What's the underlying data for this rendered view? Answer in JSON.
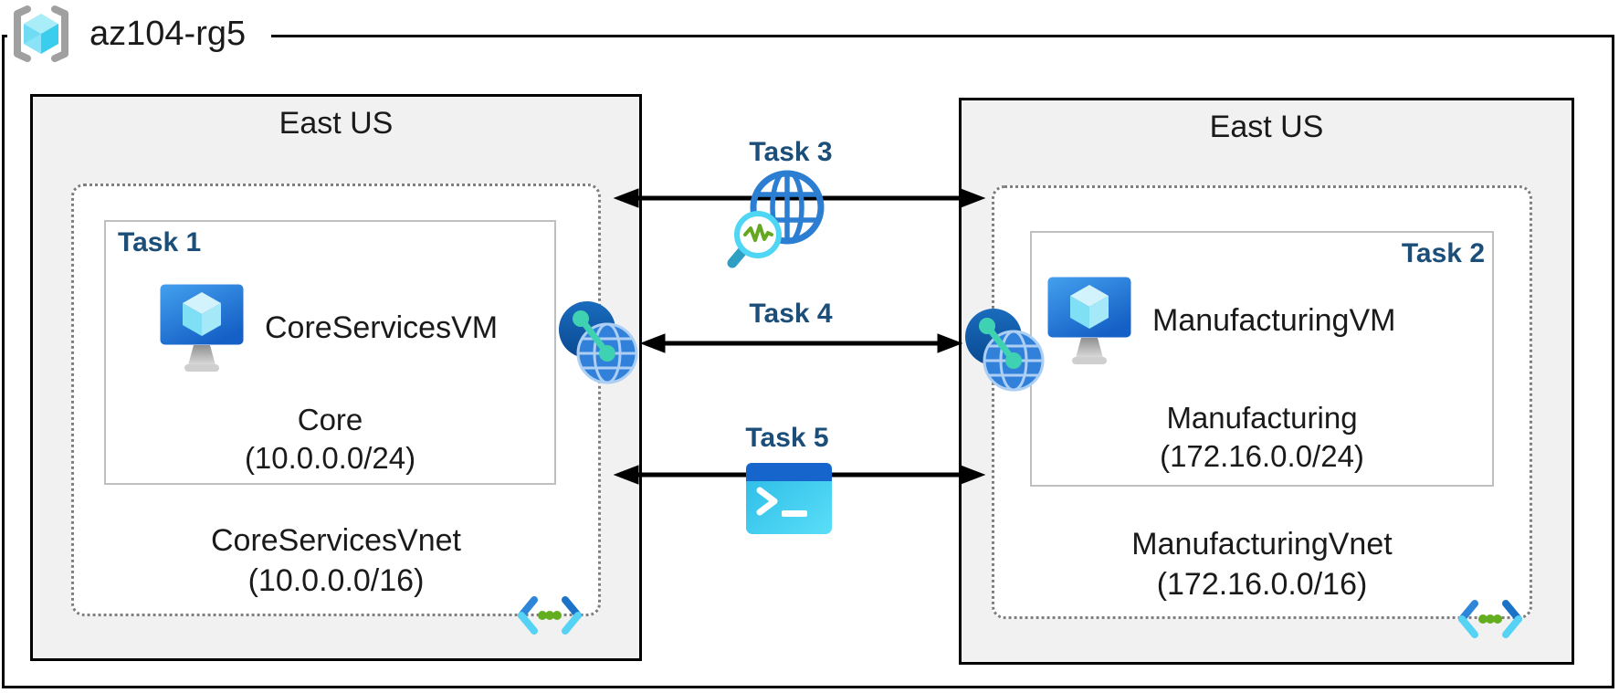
{
  "resource_group": {
    "name": "az104-rg5"
  },
  "left_region": {
    "title": "East US",
    "vnet": {
      "name": "CoreServicesVnet",
      "cidr": "(10.0.0.0/16)"
    },
    "subnet": {
      "task": "Task 1",
      "vm_name": "CoreServicesVM",
      "name": "Core",
      "cidr": "(10.0.0.0/24)"
    }
  },
  "right_region": {
    "title": "East US",
    "vnet": {
      "name": "ManufacturingVnet",
      "cidr": "(172.16.0.0/16)"
    },
    "subnet": {
      "task": "Task 2",
      "vm_name": "ManufacturingVM",
      "name": "Manufacturing",
      "cidr": "(172.16.0.0/24)"
    }
  },
  "connections": [
    {
      "label": "Task 3",
      "icon": "network-watcher-icon"
    },
    {
      "label": "Task 4",
      "icon": "vnet-peering-icon"
    },
    {
      "label": "Task 5",
      "icon": "cloud-shell-icon"
    }
  ],
  "colors": {
    "task_label": "#1B4E79",
    "region_fill": "#F1F1F1",
    "dotted_border": "#7F7F7F",
    "subnet_border": "#BFBFBF",
    "arrow": "#000000",
    "azure_blue": "#2E86D8",
    "azure_cyan": "#55D2F4"
  }
}
